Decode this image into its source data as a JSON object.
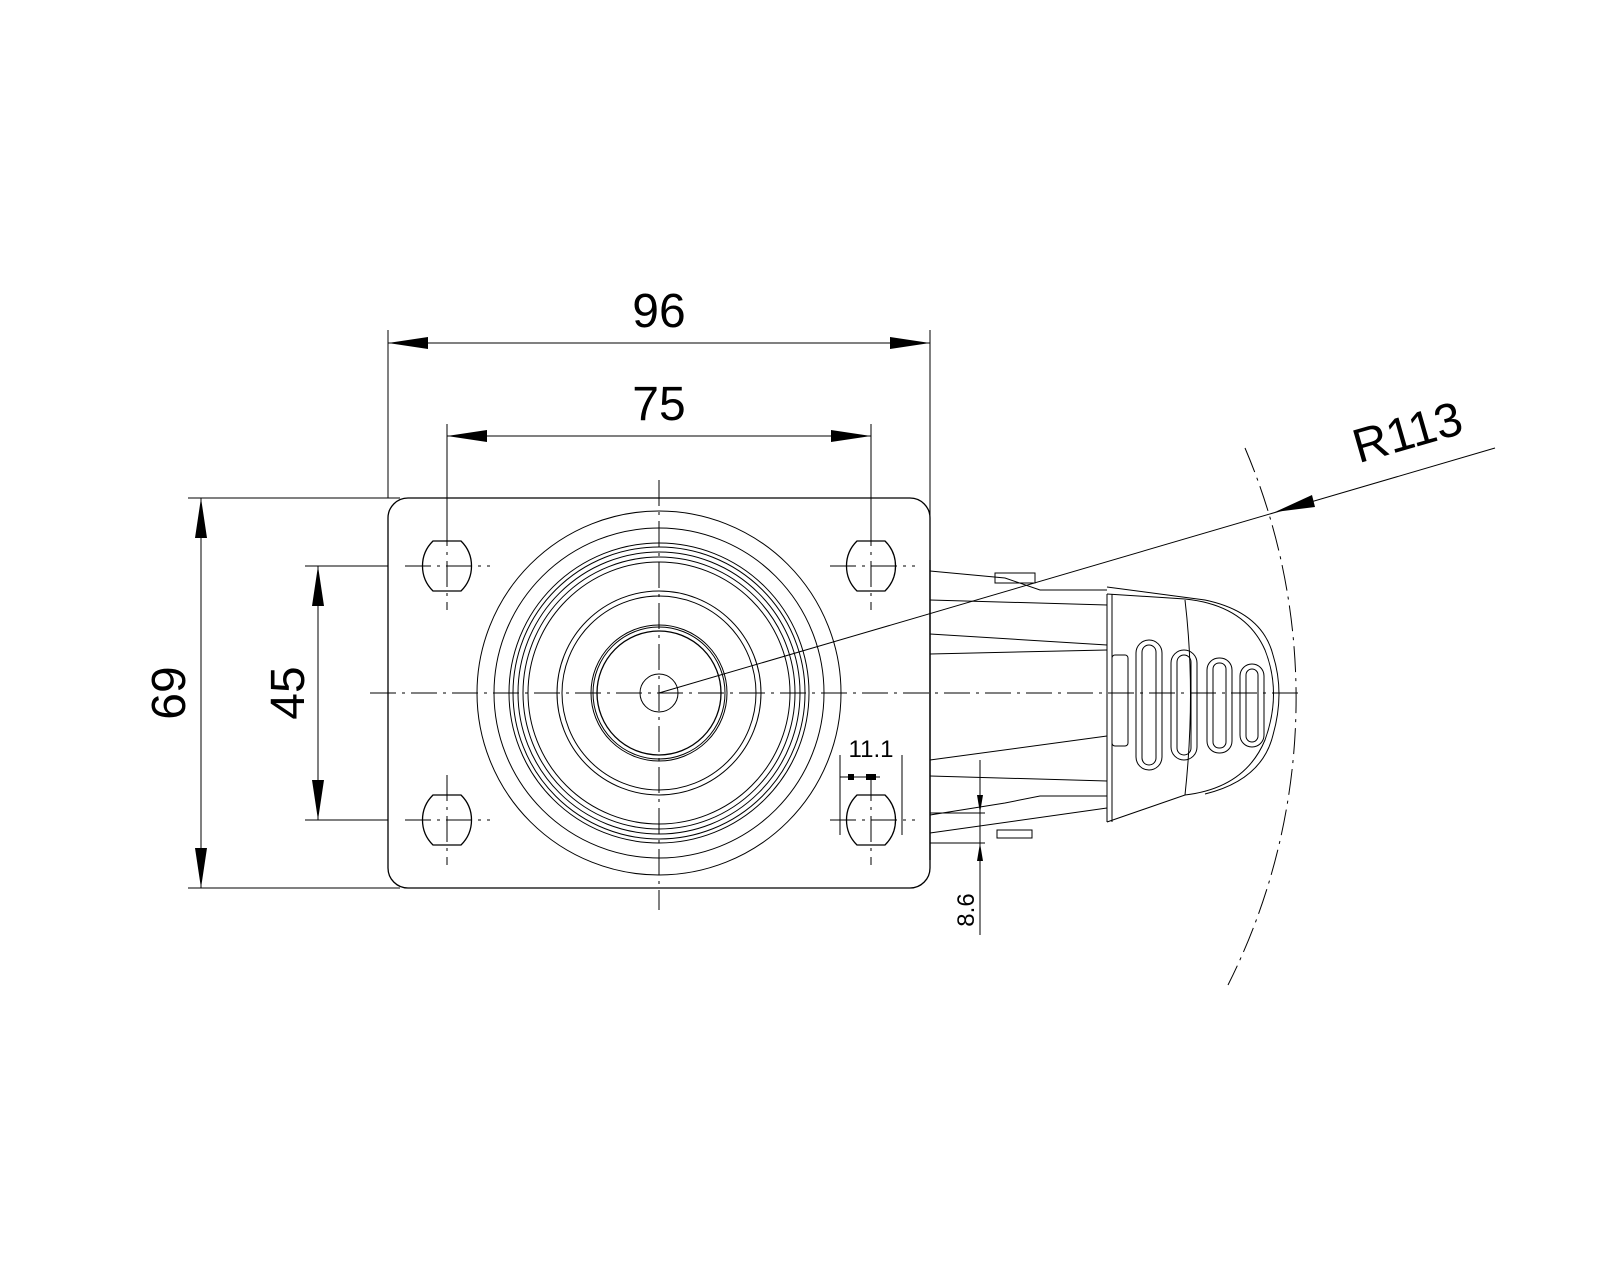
{
  "drawing": {
    "title": "Swivel caster top view with brake - dimension drawing",
    "dimensions": {
      "plate_width": "96",
      "hole_spacing_width": "75",
      "plate_length": "69",
      "hole_spacing_length": "45",
      "slot_width": "11.1",
      "offset": "8.6",
      "swivel_radius": "R113"
    },
    "colors": {
      "line": "#000000",
      "background": "#ffffff"
    }
  }
}
